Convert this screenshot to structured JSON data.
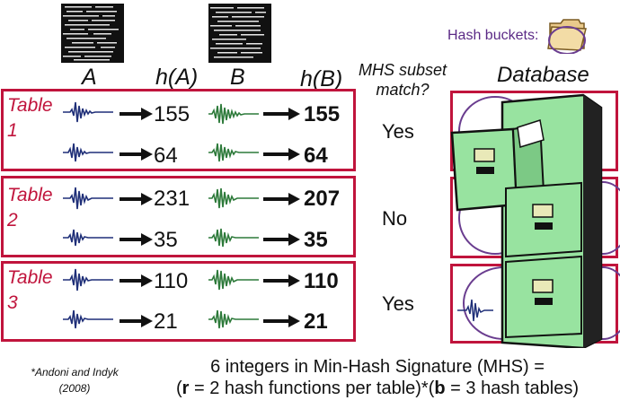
{
  "header": {
    "col_a": "A",
    "col_ha": "h(A)",
    "col_b": "B",
    "col_hb": "h(B)",
    "mhs_line1": "MHS subset",
    "mhs_line2": "match?",
    "database": "Database",
    "hash_buckets": "Hash buckets:"
  },
  "tables": [
    {
      "label_line1": "Table",
      "label_line2": "1",
      "ha": [
        "155",
        "64"
      ],
      "hb": [
        "155",
        "64"
      ],
      "match": "Yes"
    },
    {
      "label_line1": "Table",
      "label_line2": "2",
      "ha": [
        "231",
        "35"
      ],
      "hb": [
        "207",
        "35"
      ],
      "match": "No"
    },
    {
      "label_line1": "Table",
      "label_line2": "3",
      "ha": [
        "110",
        "21"
      ],
      "hb": [
        "110",
        "21"
      ],
      "match": "Yes"
    }
  ],
  "footer": {
    "line1": "6 integers in Min-Hash Signature (MHS) =",
    "line2_open": "(",
    "line2_r": "r",
    "line2_mid": " = 2 hash functions per table)*(",
    "line2_b": "b",
    "line2_end": " = 3 hash tables)"
  },
  "citation": {
    "line1": "*Andoni and Indyk",
    "line2": "(2008)"
  },
  "colors": {
    "accent_red": "#c0143c",
    "wave_blue": "#1f2f78",
    "wave_green": "#2d7a3a",
    "bucket_purple": "#6a3d8f",
    "cabinet_green": "#98e3a0"
  },
  "icons": [
    "fingerprint-a-image",
    "fingerprint-b-image",
    "folder-icon",
    "filing-cabinet-image",
    "waveform-icon",
    "arrow-icon"
  ]
}
